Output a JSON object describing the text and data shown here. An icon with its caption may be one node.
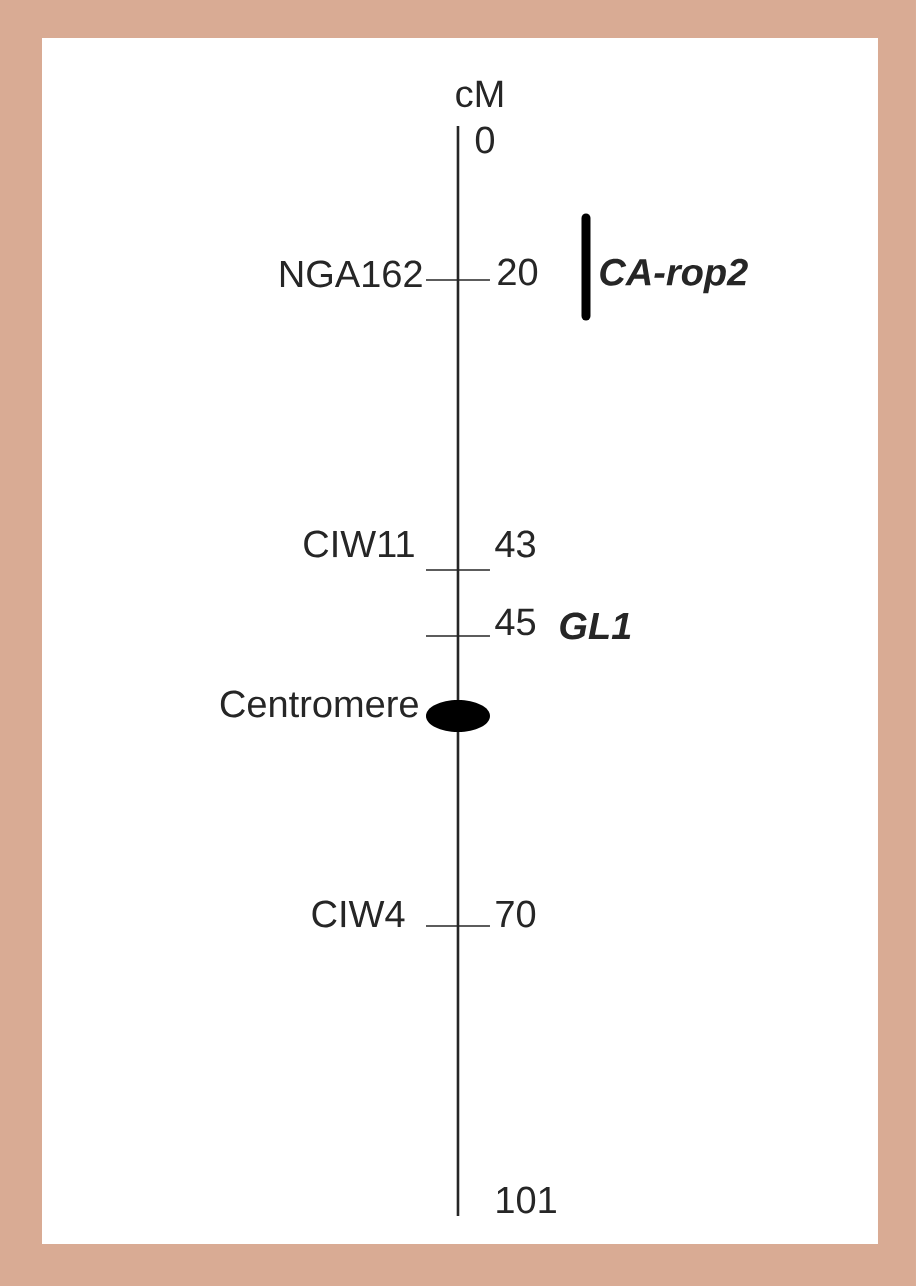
{
  "diagram": {
    "labels": [
      "cM",
      "0",
      "NGA162",
      "20",
      "CA-rop2",
      "CIW11",
      "43",
      "45",
      "GL1",
      "Centromere",
      "CIW4",
      "70",
      "101"
    ]
  }
}
